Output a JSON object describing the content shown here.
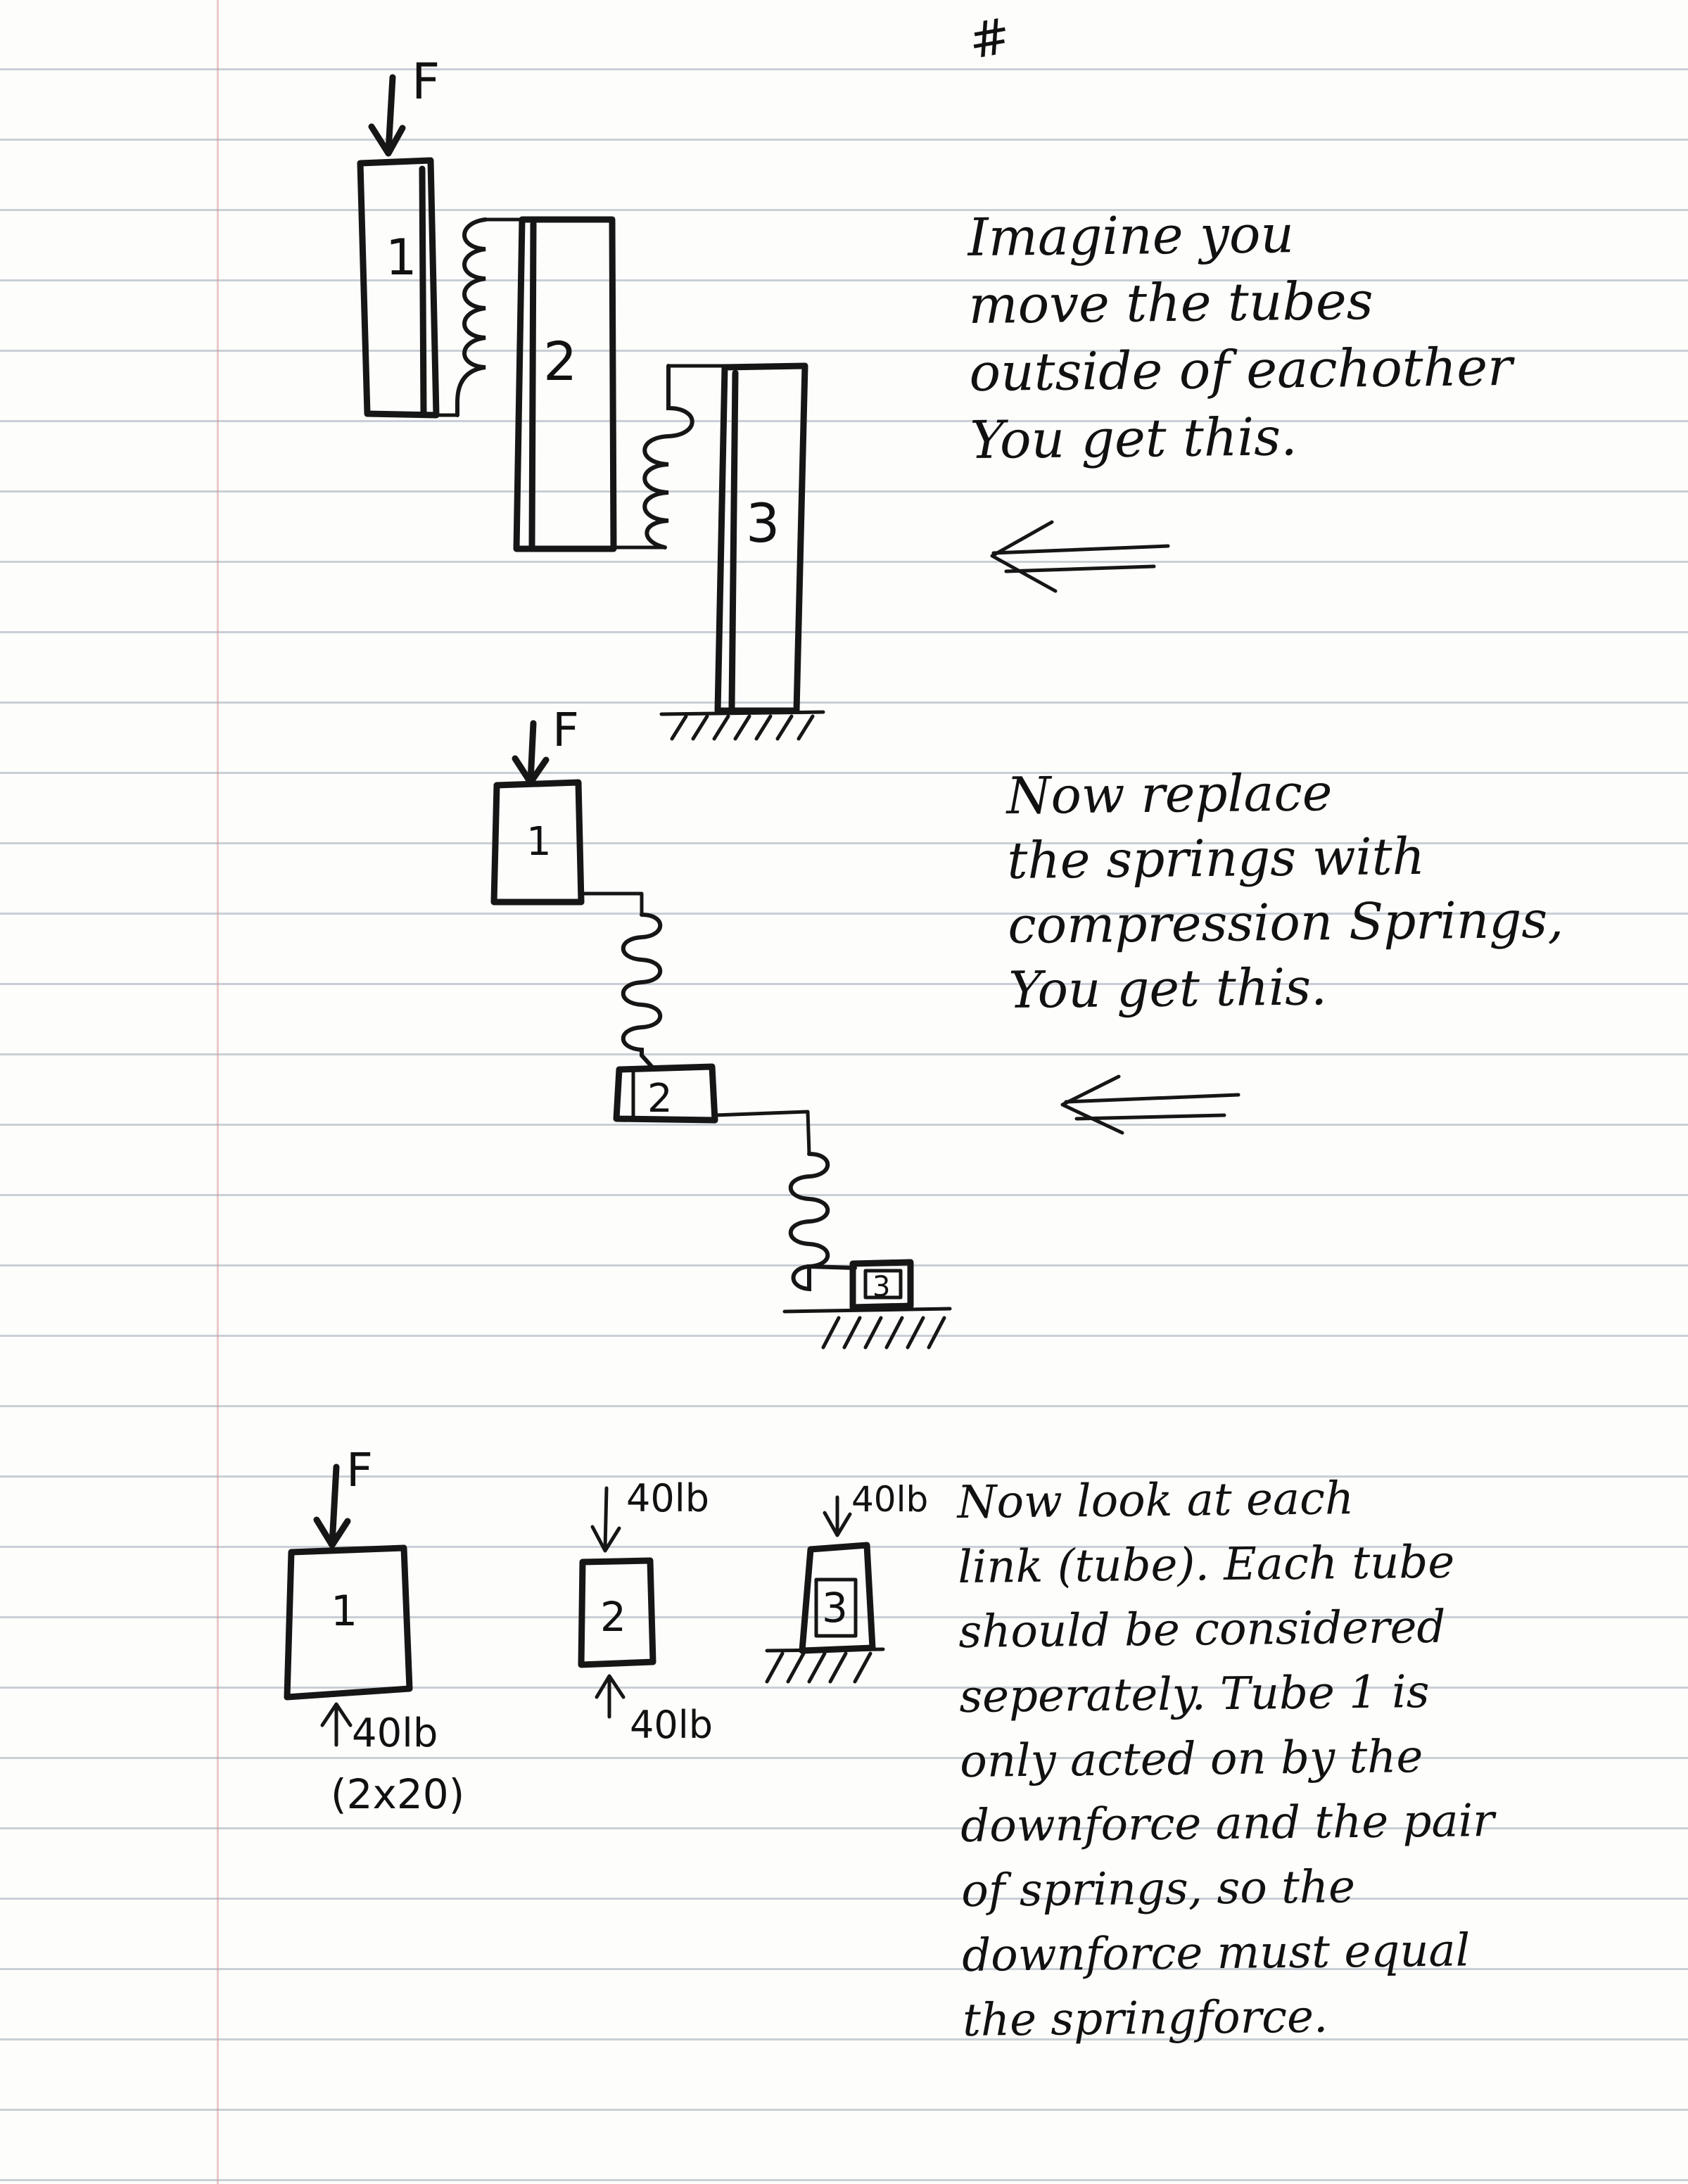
{
  "notes": {
    "top_mark": "#",
    "block_1": "Imagine you\nmove the tubes\noutside of eachother\nYou get this.",
    "block_2": "Now replace\nthe springs with\ncompression Springs,\nYou get this.",
    "block_3": "Now look at each\nlink (tube). Each tube\nshould be considered\nseperately. Tube 1 is\nonly acted on by the\ndownforce and the pair\nof springs, so the\ndownforce must equal\nthe springforce."
  },
  "figure_1": {
    "force": "F",
    "tube_1": "1",
    "tube_2": "2",
    "tube_3": "3"
  },
  "figure_2": {
    "force": "F",
    "block_1": "1",
    "block_2": "2",
    "block_3": "3"
  },
  "figure_3": {
    "force_on_1": "F",
    "box_1": "1",
    "reaction_1": "40lb",
    "reaction_1_note": "(2x20)",
    "box_2": "2",
    "load_2": "40lb",
    "reaction_2": "40lb",
    "box_3": "3",
    "load_3": "40lb"
  }
}
